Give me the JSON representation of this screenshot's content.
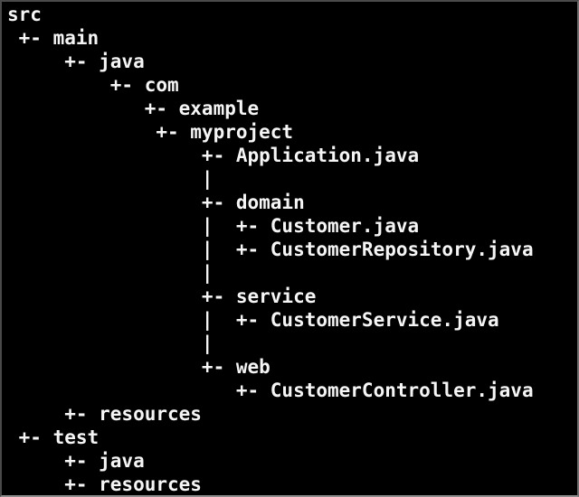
{
  "terminal": {
    "background_color": "#000000",
    "text_color": "#f5f5f5",
    "frame_color": "#555555",
    "tree_lines": [
      "src",
      " +- main",
      "     +- java",
      "         +- com",
      "            +- example",
      "             +- myproject",
      "                 +- Application.java",
      "                 |",
      "                 +- domain",
      "                 |  +- Customer.java",
      "                 |  +- CustomerRepository.java",
      "                 |",
      "                 +- service",
      "                 |  +- CustomerService.java",
      "                 |",
      "                 +- web",
      "                    +- CustomerController.java",
      "     +- resources",
      " +- test",
      "     +- java",
      "     +- resources"
    ],
    "tree_nodes": {
      "root": "src",
      "directories": [
        "src",
        "main",
        "java",
        "com",
        "example",
        "myproject",
        "domain",
        "service",
        "web",
        "resources",
        "test",
        "java",
        "resources"
      ],
      "files": [
        "Application.java",
        "Customer.java",
        "CustomerRepository.java",
        "CustomerService.java",
        "CustomerController.java"
      ]
    }
  }
}
